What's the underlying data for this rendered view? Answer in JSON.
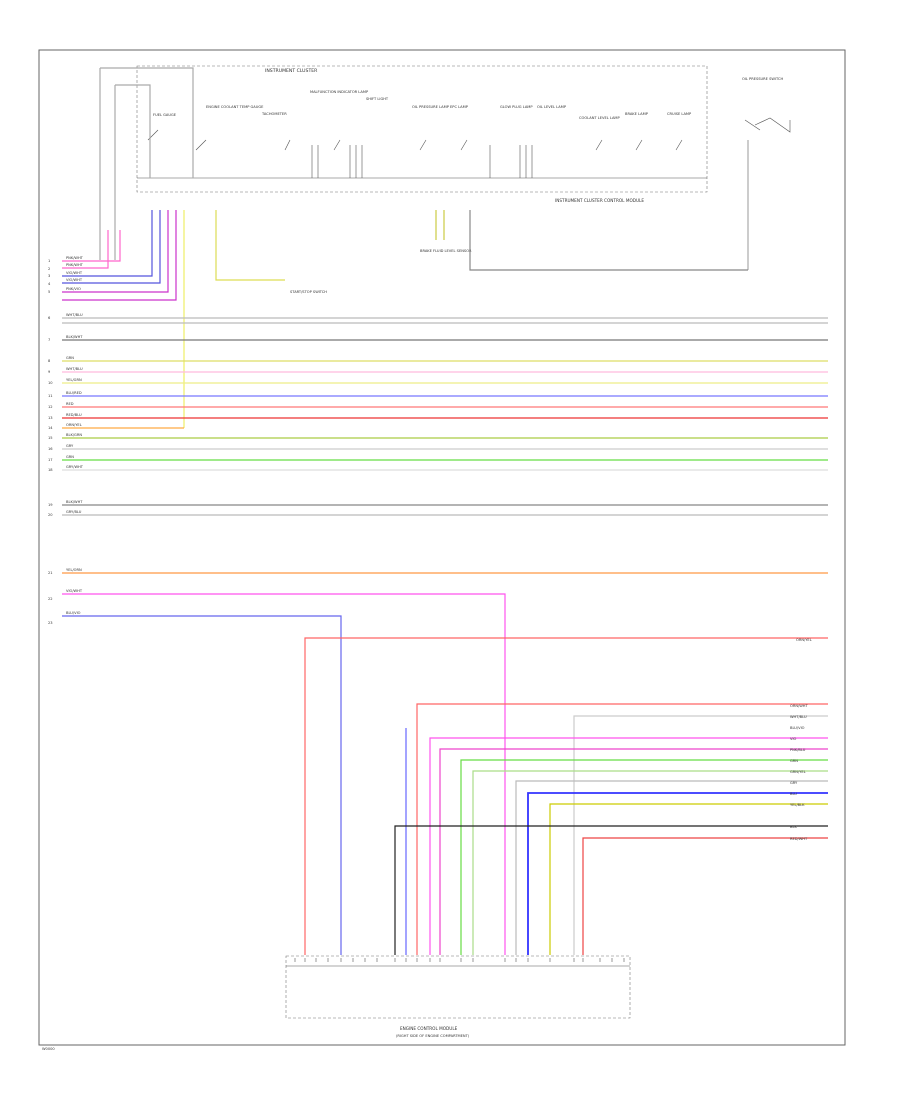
{
  "labels": {
    "instrument_cluster": "INSTRUMENT CLUSTER",
    "instrument_cluster_control_module": "INSTRUMENT CLUSTER CONTROL MODULE",
    "engine_control_module": "ENGINE CONTROL MODULE",
    "engine_control_module_sub": "(RIGHT SIDE OF ENGINE COMPARTMENT)",
    "oil_pressure_switch": "OIL PRESSURE SWITCH",
    "brake_fluid_level_sensor": "BRAKE FLUID LEVEL SENSOR",
    "start_stop_switch": "START/STOP SWITCH",
    "fig_number": "W0000"
  },
  "cluster_items": [
    "FUEL GAUGE",
    "ENGINE COOLANT TEMP GAUGE",
    "TACHOMETER",
    "MALFUNCTION INDICATOR LAMP",
    "SHIFT LIGHT",
    "OIL PRESSURE LAMP",
    "EPC LAMP",
    "GLOW PLUG LAMP",
    "OIL LEVEL LAMP",
    "COOLANT LEVEL LAMP",
    "BRAKE LAMP",
    "CRUISE LAMP"
  ],
  "left_wires": [
    {
      "n": "1",
      "label": "PNK/WHT",
      "color": "#ff66cc"
    },
    {
      "n": "2",
      "label": "PNK/WHT",
      "color": "#ff66cc"
    },
    {
      "n": "3",
      "label": "VIO/WHT",
      "color": "#5555dd"
    },
    {
      "n": "4",
      "label": "VIO/WHT",
      "color": "#5555dd"
    },
    {
      "n": "5",
      "label": "PNK/VIO",
      "color": "#cc33cc"
    },
    {
      "n": "6",
      "label": "WHT/BLU",
      "color": "#aaaaaa"
    },
    {
      "n": "7",
      "label": "BLK/WHT",
      "color": "#666666"
    },
    {
      "n": "8",
      "label": "GRN",
      "color": "#cccc44"
    },
    {
      "n": "9",
      "label": "WHT/BLU",
      "color": "#ffbbdd"
    },
    {
      "n": "10",
      "label": "YEL/GRN",
      "color": "#eeee66"
    },
    {
      "n": "11",
      "label": "BLU/RED",
      "color": "#6666ff"
    },
    {
      "n": "12",
      "label": "RED",
      "color": "#ff7777"
    },
    {
      "n": "13",
      "label": "RED/BLU",
      "color": "#ee3333"
    },
    {
      "n": "14",
      "label": "ORN/YEL",
      "color": "#ffaa44"
    },
    {
      "n": "15",
      "label": "BLK/GRN",
      "color": "#aacc44"
    },
    {
      "n": "16",
      "label": "GRY",
      "color": "#bbbbbb"
    },
    {
      "n": "17",
      "label": "GRN",
      "color": "#66dd44"
    },
    {
      "n": "18",
      "label": "GRY/WHT",
      "color": "#cccccc"
    },
    {
      "n": "19",
      "label": "BLK/WHT",
      "color": "#888888"
    },
    {
      "n": "20",
      "label": "GRY/BLU",
      "color": "#bbbbbb"
    },
    {
      "n": "21",
      "label": "YEL/ORN",
      "color": "#ff9944"
    },
    {
      "n": "22",
      "label": "VIO/WHT",
      "color": "#ff55ee"
    },
    {
      "n": "23",
      "label": "BLU/VIO",
      "color": "#6666ee"
    }
  ],
  "right_wires": [
    {
      "label": "ORN/YEL",
      "color": "#ff6666"
    },
    {
      "label": "ORN/WHT",
      "color": "#ff8888"
    },
    {
      "label": "WHT/BLU",
      "color": "#cccccc"
    },
    {
      "label": "BLU/VIO",
      "color": "#6666ff"
    },
    {
      "label": "VIO",
      "color": "#ff55ee"
    },
    {
      "label": "PNK/BLU",
      "color": "#ee44cc"
    },
    {
      "label": "GRN",
      "color": "#66dd44"
    },
    {
      "label": "GRN/YEL",
      "color": "#aadd88"
    },
    {
      "label": "GRY",
      "color": "#bbbbbb"
    },
    {
      "label": "BLU",
      "color": "#3333ff"
    },
    {
      "label": "YEL/BLK",
      "color": "#cccc00"
    },
    {
      "label": "BLK",
      "color": "#222222"
    },
    {
      "label": "RED/WHT",
      "color": "#ee4444"
    }
  ]
}
